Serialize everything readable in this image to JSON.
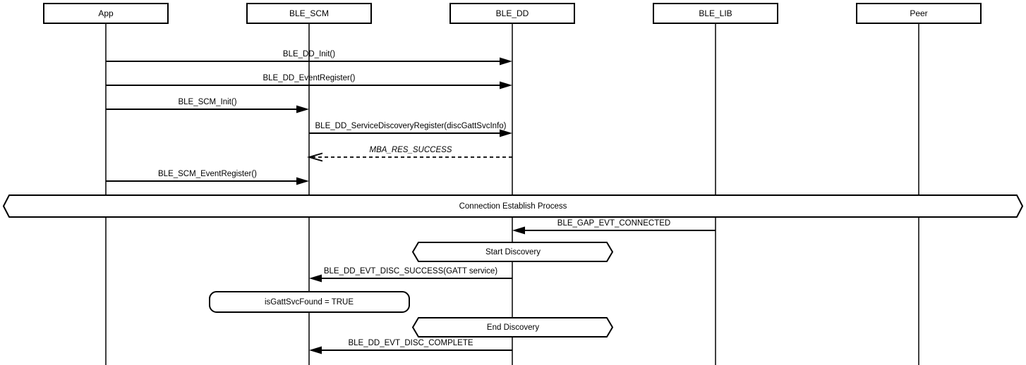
{
  "colors": {
    "stroke": "#000000",
    "background": "#ffffff",
    "text": "#000000"
  },
  "participants": [
    {
      "label": "App"
    },
    {
      "label": "BLE_SCM"
    },
    {
      "label": "BLE_DD"
    },
    {
      "label": "BLE_LIB"
    },
    {
      "label": "Peer"
    }
  ],
  "messages": [
    {
      "label": "BLE_DD_Init()",
      "from": "App",
      "to": "BLE_DD",
      "line": "solid"
    },
    {
      "label": "BLE_DD_EventRegister()",
      "from": "App",
      "to": "BLE_DD",
      "line": "solid"
    },
    {
      "label": "BLE_SCM_Init()",
      "from": "App",
      "to": "BLE_SCM",
      "line": "solid"
    },
    {
      "label": "BLE_DD_ServiceDiscoveryRegister(discGattSvcInfo)",
      "from": "BLE_SCM",
      "to": "BLE_DD",
      "line": "solid"
    },
    {
      "label": "MBA_RES_SUCCESS",
      "from": "BLE_DD",
      "to": "BLE_SCM",
      "line": "dashed"
    },
    {
      "label": "BLE_SCM_EventRegister()",
      "from": "App",
      "to": "BLE_SCM",
      "line": "solid"
    },
    {
      "label": "BLE_GAP_EVT_CONNECTED",
      "from": "BLE_LIB",
      "to": "BLE_DD",
      "line": "solid"
    },
    {
      "label": "BLE_DD_EVT_DISC_SUCCESS(GATT service)",
      "from": "BLE_DD",
      "to": "BLE_SCM",
      "line": "solid"
    },
    {
      "label": "BLE_DD_EVT_DISC_COMPLETE",
      "from": "BLE_DD",
      "to": "BLE_SCM",
      "line": "solid"
    }
  ],
  "band": {
    "label": "Connection Establish Process"
  },
  "notes": [
    {
      "label": "Start Discovery",
      "shape": "hexagon",
      "on": "BLE_DD"
    },
    {
      "label": "isGattSvcFound = TRUE",
      "shape": "rounded",
      "on": "BLE_SCM"
    },
    {
      "label": "End Discovery",
      "shape": "hexagon",
      "on": "BLE_DD"
    }
  ]
}
